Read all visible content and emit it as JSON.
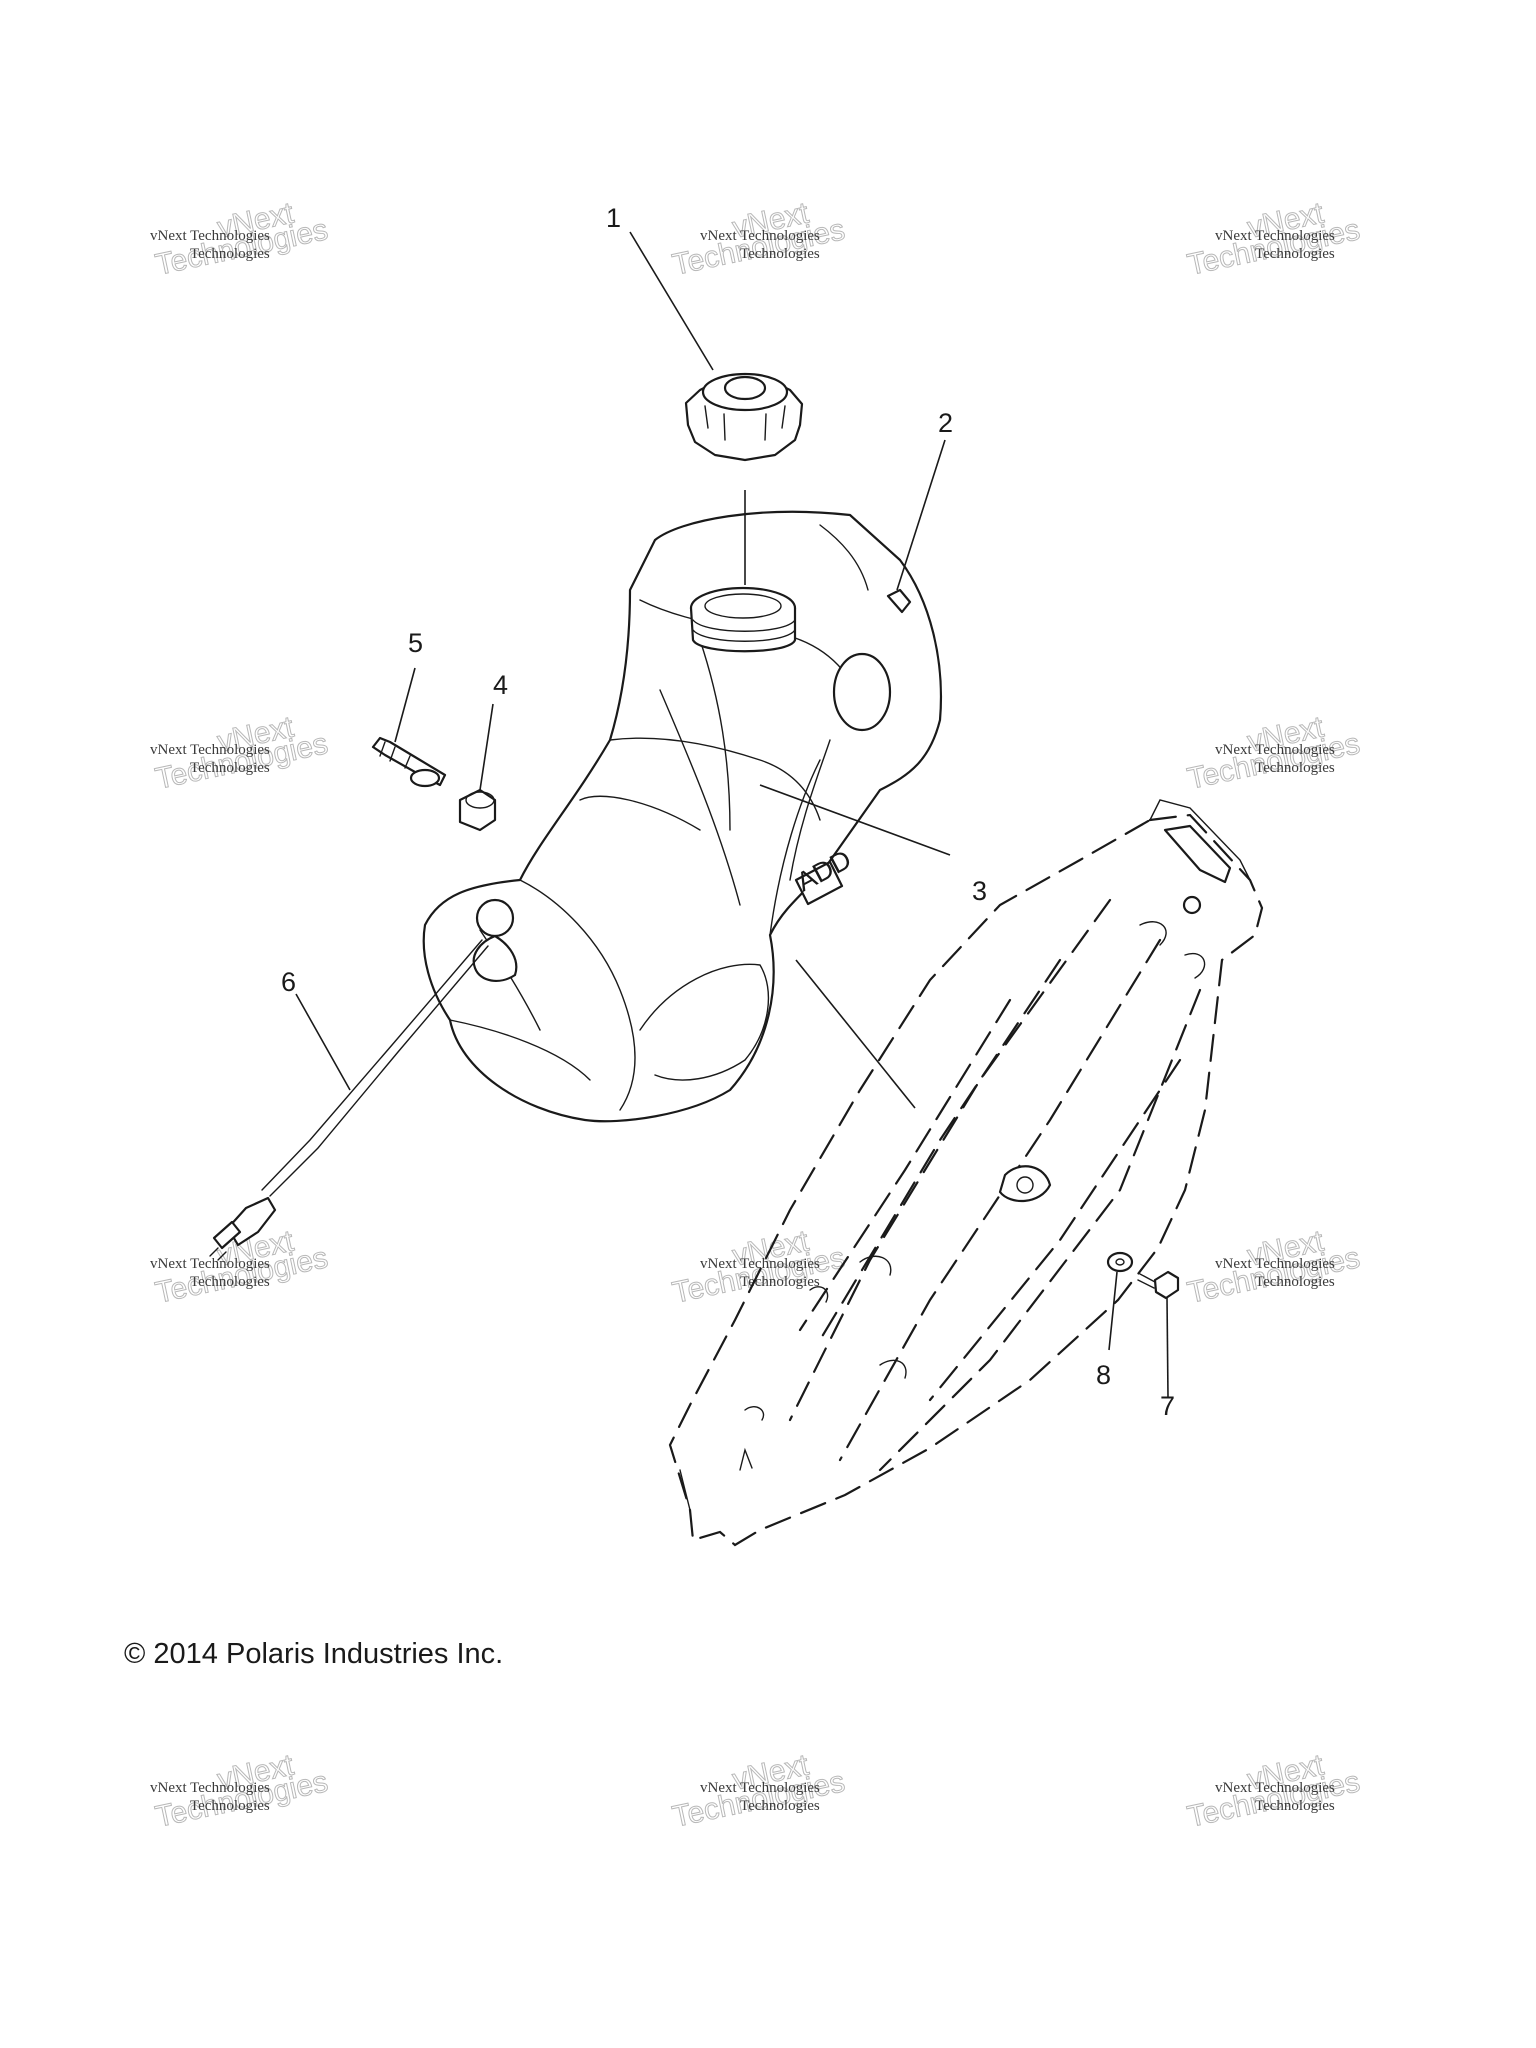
{
  "callouts": [
    "1",
    "2",
    "3",
    "4",
    "5",
    "6",
    "7",
    "8"
  ],
  "tank_text": "ADD",
  "watermark": {
    "line1": "vNext Technologies",
    "line2": "Technologies",
    "line3": "vNext"
  },
  "copyright": "© 2014 Polaris Industries Inc."
}
